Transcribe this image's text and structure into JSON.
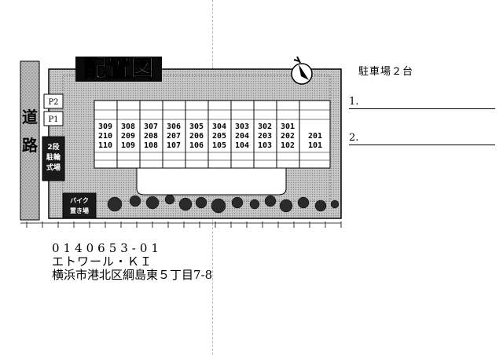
{
  "map": {
    "title": "配置図",
    "road_label_1": "道",
    "road_label_2": "路",
    "p2_label": "P2",
    "p1_label": "P1",
    "bicycle_label_1": "2段",
    "bicycle_label_2": "駐輪",
    "bicycle_label_3": "式場",
    "bike_label_1": "バイク",
    "bike_label_2": "置き場",
    "parking_columns": [
      {
        "top": "309",
        "mid": "210",
        "bot": "110"
      },
      {
        "top": "308",
        "mid": "209",
        "bot": "109"
      },
      {
        "top": "307",
        "mid": "208",
        "bot": "108"
      },
      {
        "top": "306",
        "mid": "207",
        "bot": "107"
      },
      {
        "top": "305",
        "mid": "206",
        "bot": "106"
      },
      {
        "top": "304",
        "mid": "205",
        "bot": "105"
      },
      {
        "top": "303",
        "mid": "204",
        "bot": "104"
      },
      {
        "top": "302",
        "mid": "203",
        "bot": "103"
      },
      {
        "top": "301",
        "mid": "202",
        "bot": "102"
      },
      {
        "top": "",
        "mid": "201",
        "bot": "101"
      }
    ]
  },
  "legend": {
    "title": "駐車場２台",
    "row1": "1.",
    "row2": "2."
  },
  "info": {
    "code": "0140653-01",
    "building": "エトワール・ＫＩ",
    "address": "横浜市港北区綱島東５丁目7-8"
  }
}
